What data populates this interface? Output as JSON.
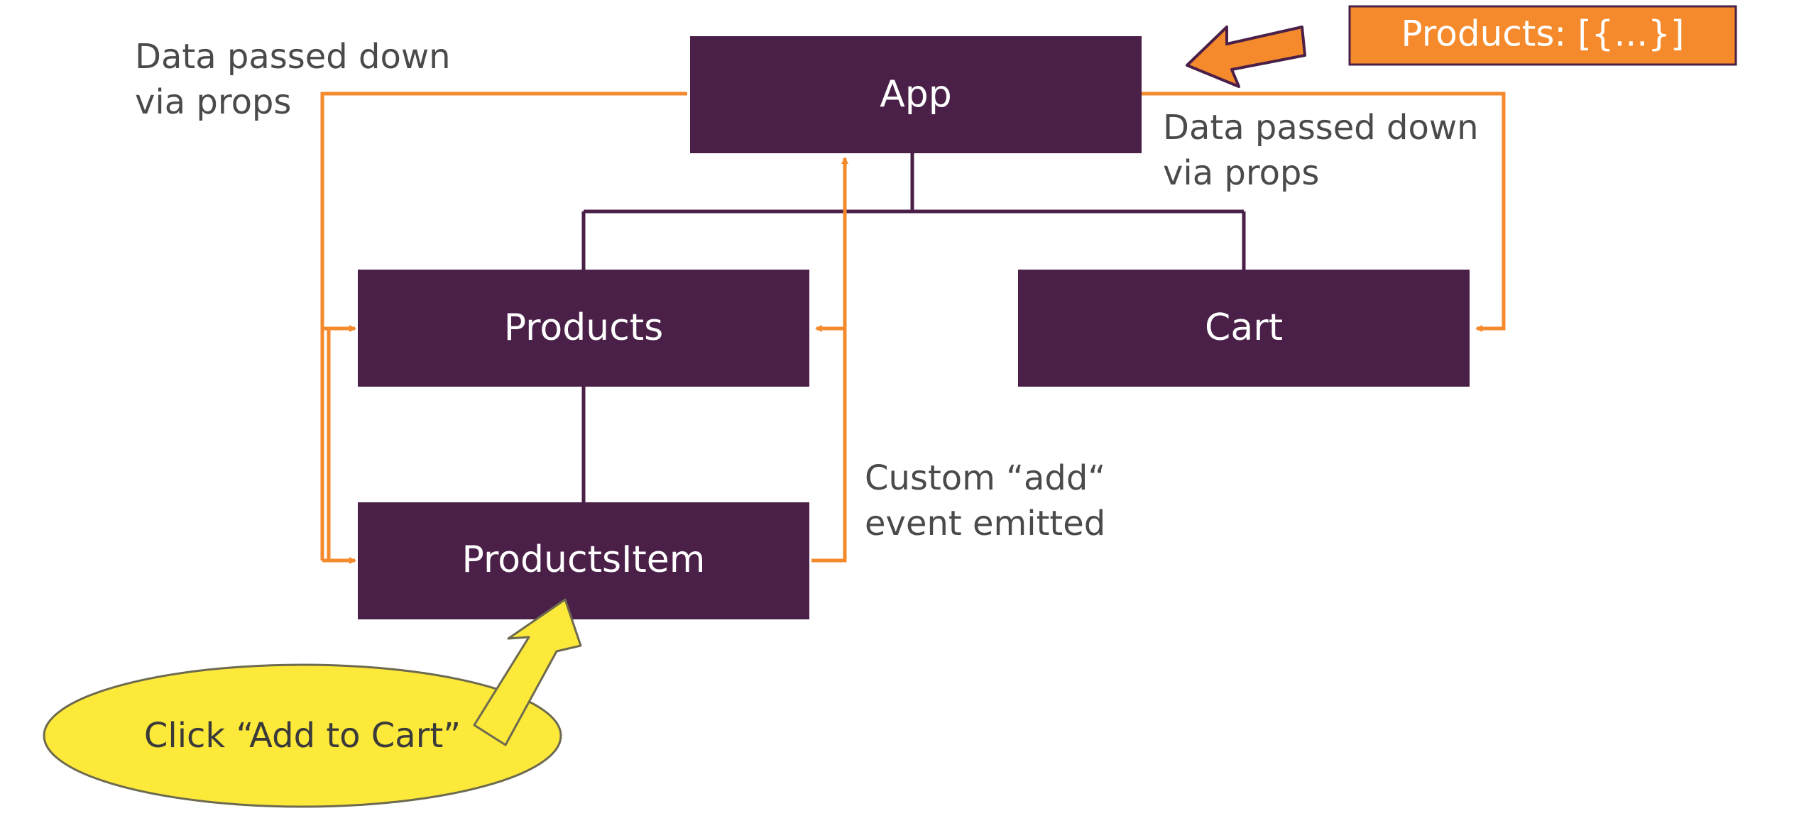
{
  "colors": {
    "node_fill": "#4a2048",
    "node_text": "#ffffff",
    "flow_orange": "#f58a2c",
    "badge_fill": "#f58a2c",
    "badge_border": "#4a2048",
    "callout_fill": "#fde93a",
    "callout_border": "#6d6a50",
    "note_text": "#4a4a4a"
  },
  "nodes": {
    "app": "App",
    "products": "Products",
    "cart": "Cart",
    "products_item": "ProductsItem"
  },
  "notes": {
    "left_props": [
      "Data passed down",
      "via props"
    ],
    "right_props": [
      "Data passed down",
      "via props"
    ],
    "event": [
      "Custom “add“",
      "event emitted"
    ]
  },
  "state_badge": "Products: [{...}]",
  "callout": "Click “Add to Cart”",
  "icons": {
    "state_arrow": "left-block-arrow-icon",
    "click_arrow": "up-block-arrow-icon"
  }
}
